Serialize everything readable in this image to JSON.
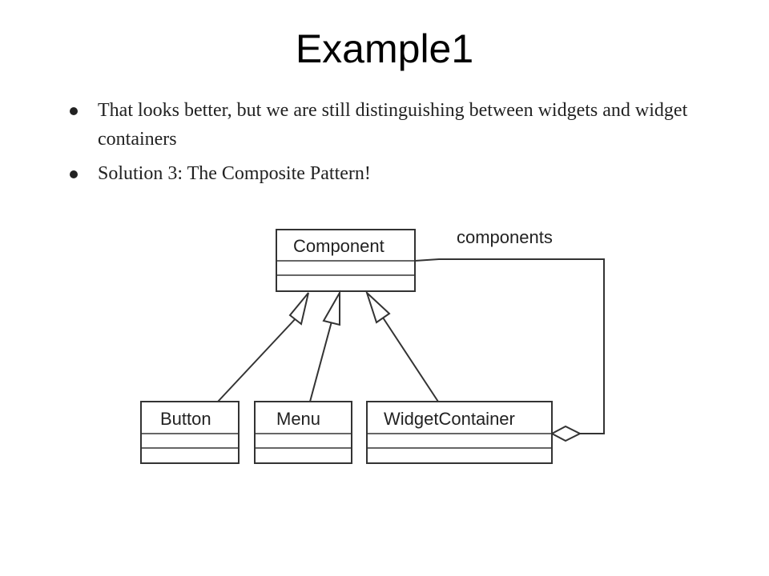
{
  "title": "Example1",
  "bullets": [
    "That looks better, but we are still distinguishing between widgets and widget containers",
    "Solution 3: The Composite Pattern!"
  ],
  "diagram": {
    "classes": {
      "component": "Component",
      "button": "Button",
      "menu": "Menu",
      "widget_container": "WidgetContainer"
    },
    "association_label": "components",
    "relations": [
      {
        "type": "generalization",
        "from": "Button",
        "to": "Component"
      },
      {
        "type": "generalization",
        "from": "Menu",
        "to": "Component"
      },
      {
        "type": "generalization",
        "from": "WidgetContainer",
        "to": "Component"
      },
      {
        "type": "aggregation",
        "from": "WidgetContainer",
        "to": "Component",
        "label": "components"
      }
    ]
  }
}
